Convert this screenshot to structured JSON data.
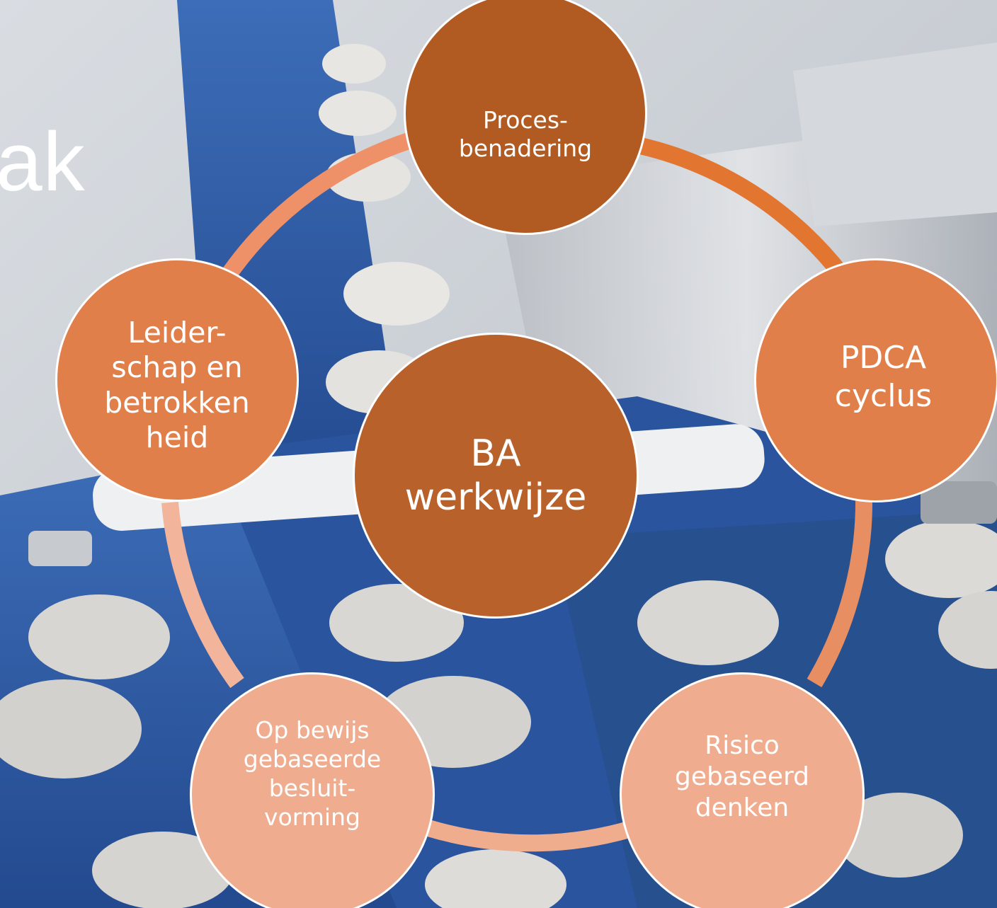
{
  "slide": {
    "title_fragment": "ak"
  },
  "diagram": {
    "center": "BA\nwerkwijze",
    "nodes": [
      {
        "label": "Proces-\nbenadering"
      },
      {
        "label": "PDCA\ncyclus"
      },
      {
        "label": "Risico\ngebaseerd\ndenken"
      },
      {
        "label": "Op bewijs\ngebaseerde\nbesluit-\nvorming"
      },
      {
        "label": "Leider-\nschap en\nbetrokken\nheid"
      }
    ]
  },
  "colors": {
    "dark_orange": "#b15b23",
    "center_orange": "#b8612a",
    "mid_orange": "#e07f4a",
    "light_orange": "#efac8e",
    "belt_blue": "#2e5aa8"
  }
}
